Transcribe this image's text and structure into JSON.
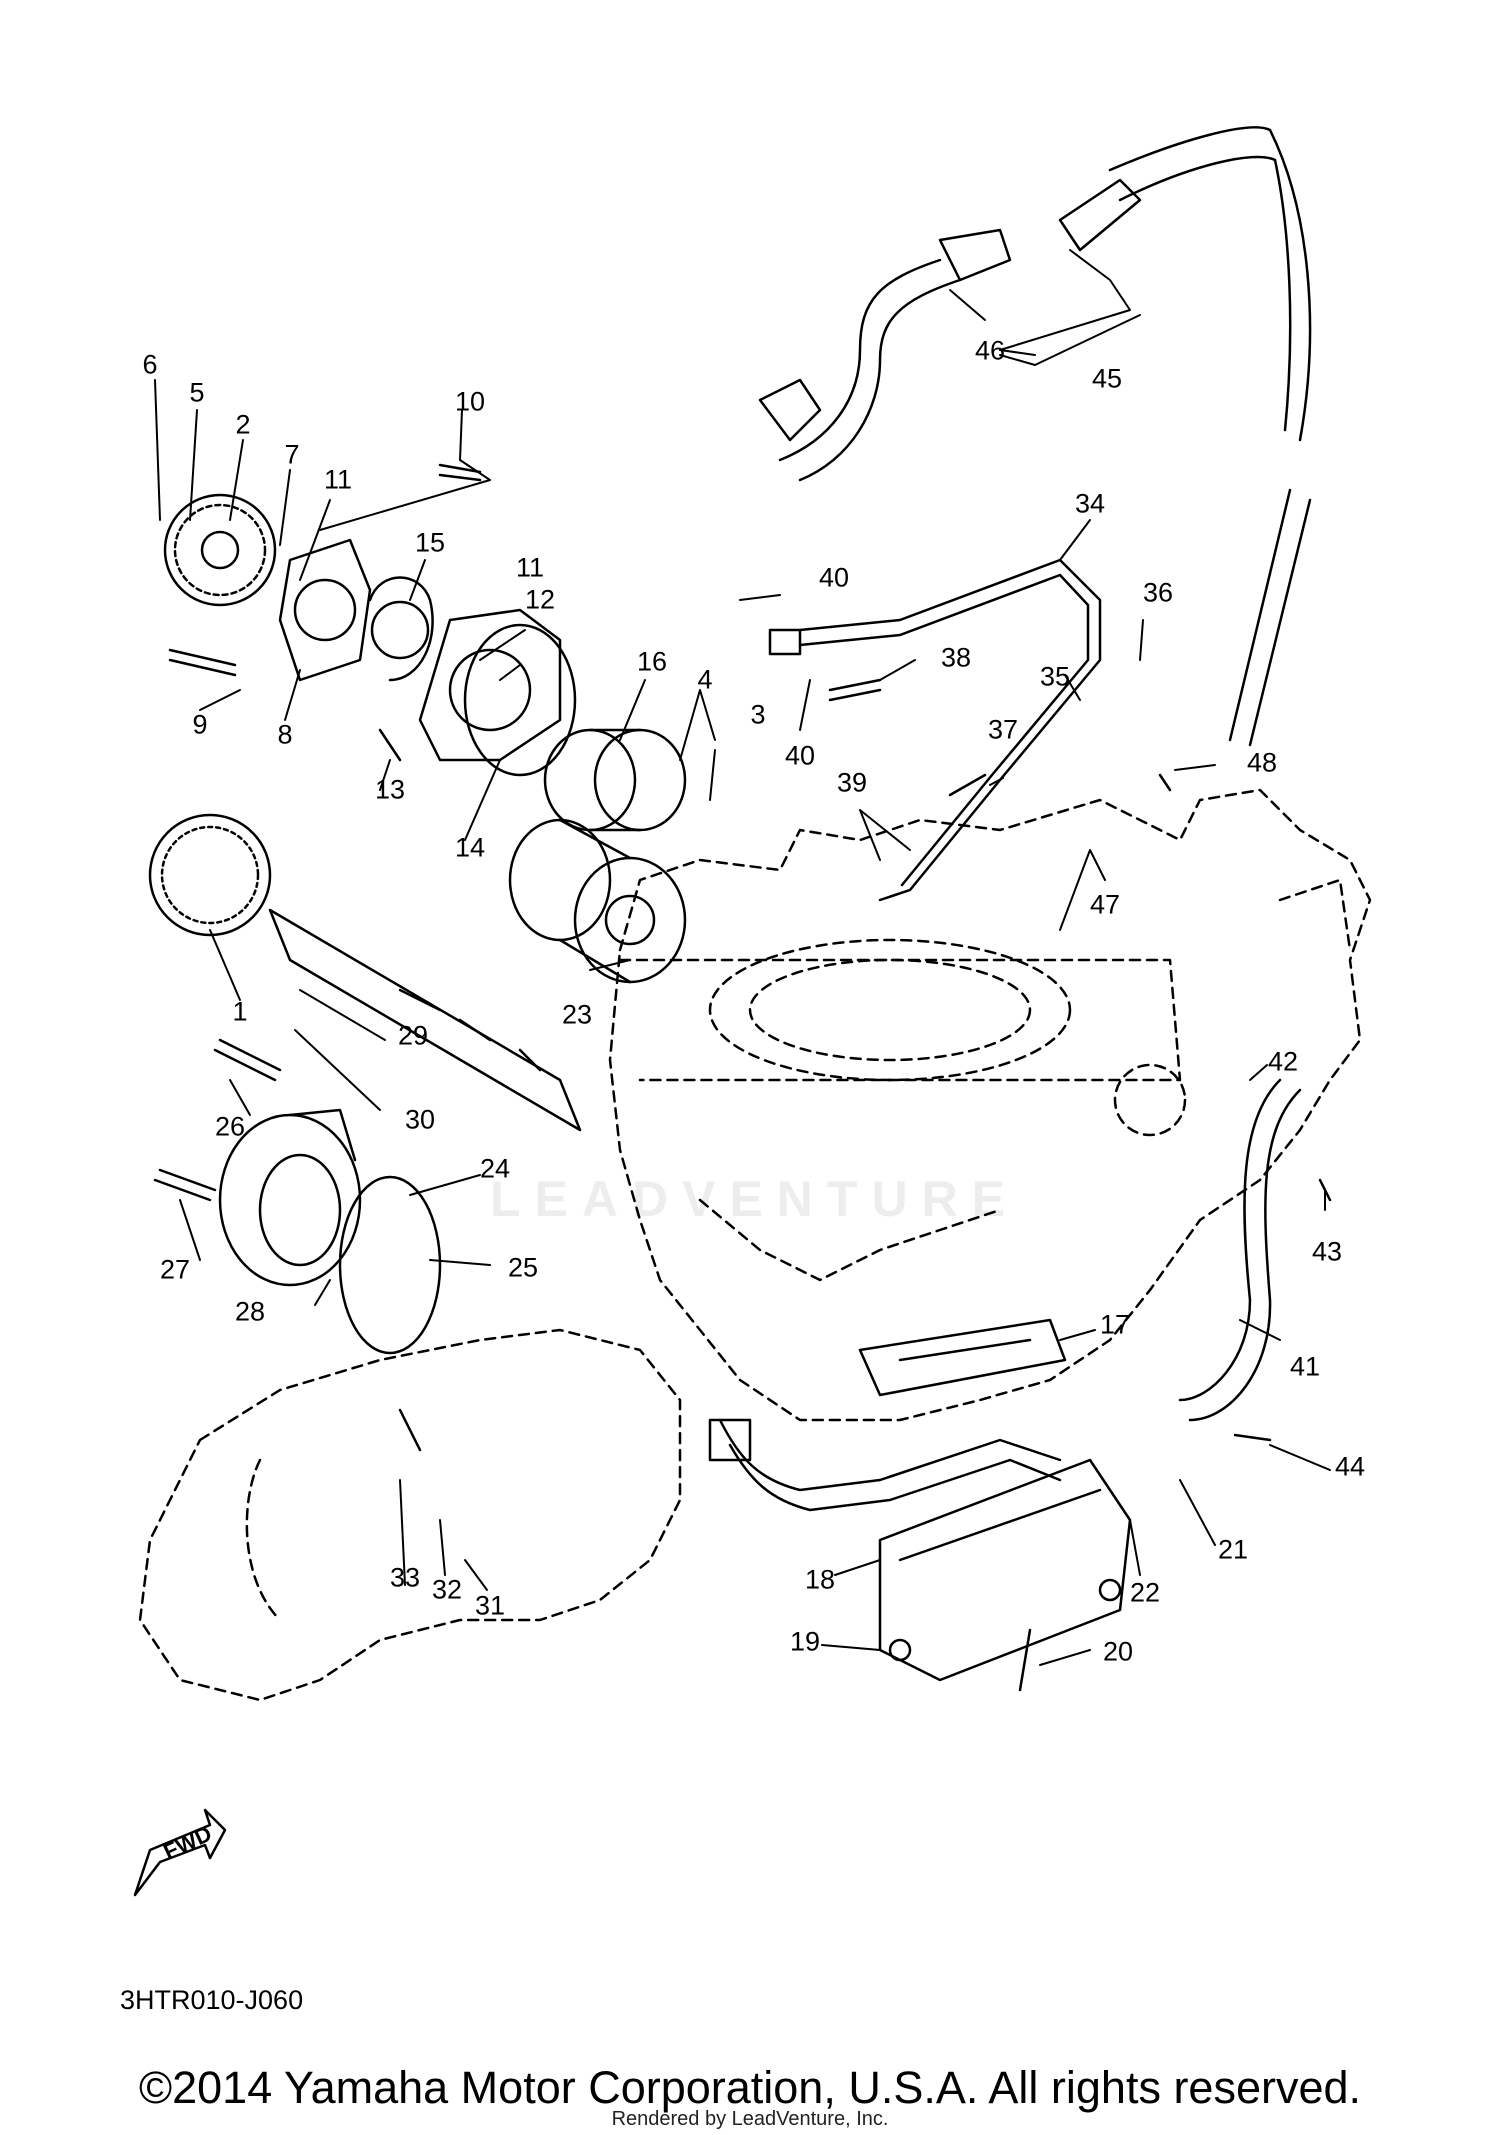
{
  "callouts": [
    {
      "id": "1",
      "label": "1"
    },
    {
      "id": "2",
      "label": "2"
    },
    {
      "id": "3",
      "label": "3"
    },
    {
      "id": "4",
      "label": "4"
    },
    {
      "id": "5",
      "label": "5"
    },
    {
      "id": "6",
      "label": "6"
    },
    {
      "id": "7",
      "label": "7"
    },
    {
      "id": "8",
      "label": "8"
    },
    {
      "id": "9",
      "label": "9"
    },
    {
      "id": "10",
      "label": "10"
    },
    {
      "id": "11a",
      "label": "11"
    },
    {
      "id": "11b",
      "label": "11"
    },
    {
      "id": "12",
      "label": "12"
    },
    {
      "id": "13",
      "label": "13"
    },
    {
      "id": "14",
      "label": "14"
    },
    {
      "id": "15",
      "label": "15"
    },
    {
      "id": "16",
      "label": "16"
    },
    {
      "id": "17",
      "label": "17"
    },
    {
      "id": "18",
      "label": "18"
    },
    {
      "id": "19",
      "label": "19"
    },
    {
      "id": "20",
      "label": "20"
    },
    {
      "id": "21",
      "label": "21"
    },
    {
      "id": "22",
      "label": "22"
    },
    {
      "id": "23",
      "label": "23"
    },
    {
      "id": "24",
      "label": "24"
    },
    {
      "id": "25",
      "label": "25"
    },
    {
      "id": "26",
      "label": "26"
    },
    {
      "id": "27",
      "label": "27"
    },
    {
      "id": "28",
      "label": "28"
    },
    {
      "id": "29",
      "label": "29"
    },
    {
      "id": "30",
      "label": "30"
    },
    {
      "id": "31",
      "label": "31"
    },
    {
      "id": "32",
      "label": "32"
    },
    {
      "id": "33",
      "label": "33"
    },
    {
      "id": "34",
      "label": "34"
    },
    {
      "id": "35",
      "label": "35"
    },
    {
      "id": "36",
      "label": "36"
    },
    {
      "id": "37",
      "label": "37"
    },
    {
      "id": "38",
      "label": "38"
    },
    {
      "id": "39",
      "label": "39"
    },
    {
      "id": "40a",
      "label": "40"
    },
    {
      "id": "40b",
      "label": "40"
    },
    {
      "id": "41",
      "label": "41"
    },
    {
      "id": "42",
      "label": "42"
    },
    {
      "id": "43",
      "label": "43"
    },
    {
      "id": "44",
      "label": "44"
    },
    {
      "id": "45",
      "label": "45"
    },
    {
      "id": "46",
      "label": "46"
    },
    {
      "id": "47",
      "label": "47"
    },
    {
      "id": "48",
      "label": "48"
    }
  ],
  "fwd_label": "FWD",
  "part_code": "3HTR010-J060",
  "watermark": "LEADVENTURE",
  "copyright": "©2014 Yamaha Motor Corporation, U.S.A. All rights reserved.",
  "rendered_by": "Rendered by LeadVenture, Inc."
}
